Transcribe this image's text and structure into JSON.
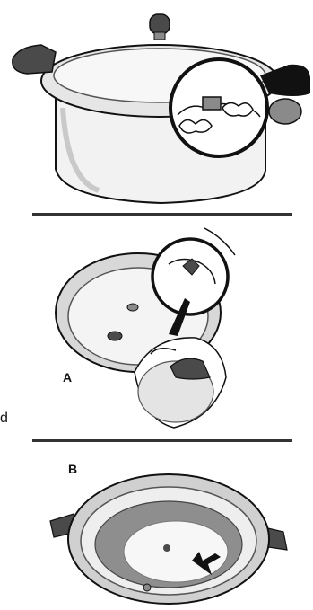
{
  "labels": {
    "panel_a": "A",
    "panel_b": "B",
    "side_fragment": "d"
  },
  "colors": {
    "ink": "#111111",
    "metal_light": "#f2f2f2",
    "metal_mid": "#c9c9c9",
    "metal_dark": "#8a8a8a",
    "shadow": "#4a4a4a"
  },
  "icons": {
    "arrow_panel_1": "black-arrow-icon",
    "arrow_panel_2": "black-arrow-icon",
    "arrow_panel_3": "black-arrow-icon"
  }
}
